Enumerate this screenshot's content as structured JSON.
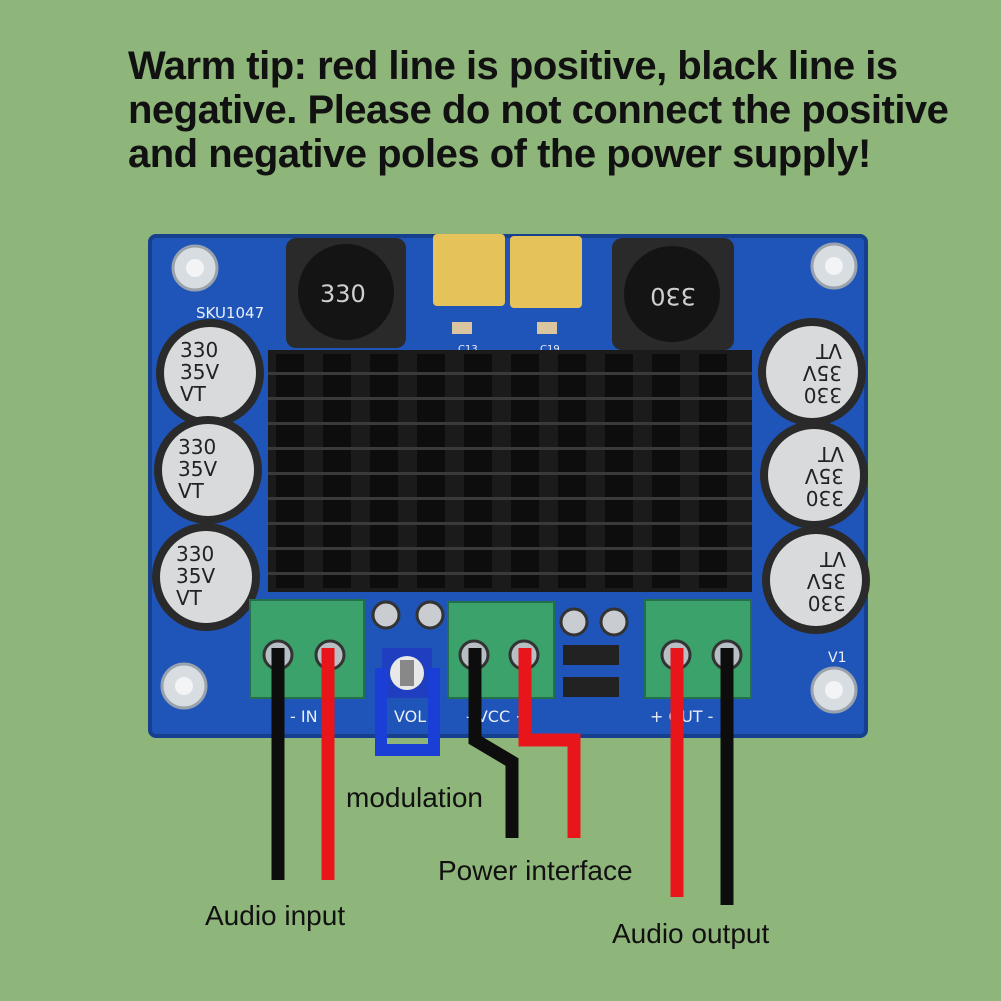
{
  "tip": {
    "line1": "Warm tip: red line is positive, black line is",
    "line2": "negative. Please do not connect the positive",
    "line3": "and negative poles of the power supply!"
  },
  "board": {
    "sku": "SKU1047",
    "cap_lines": [
      "330",
      "35V",
      "VT"
    ],
    "inductor_label": "330",
    "smd_labels": [
      "C13",
      "C19"
    ],
    "silk_input": "- IN +",
    "silk_vol": "VOL",
    "silk_vcc": "- VCC +",
    "silk_out": "+ OUT -",
    "silk_v1": "V1"
  },
  "labels": {
    "modulation": "modulation",
    "power": "Power interface",
    "audio_input": "Audio input",
    "audio_output": "Audio output"
  },
  "colors": {
    "background": "#8fb67a",
    "pcb": "#1f55b8",
    "heatsink": "#1a1a1a",
    "terminal": "#3aa26a",
    "positive_wire": "#e8161b",
    "negative_wire": "#0d0d0d",
    "vol_wire": "#1a3fd6"
  }
}
